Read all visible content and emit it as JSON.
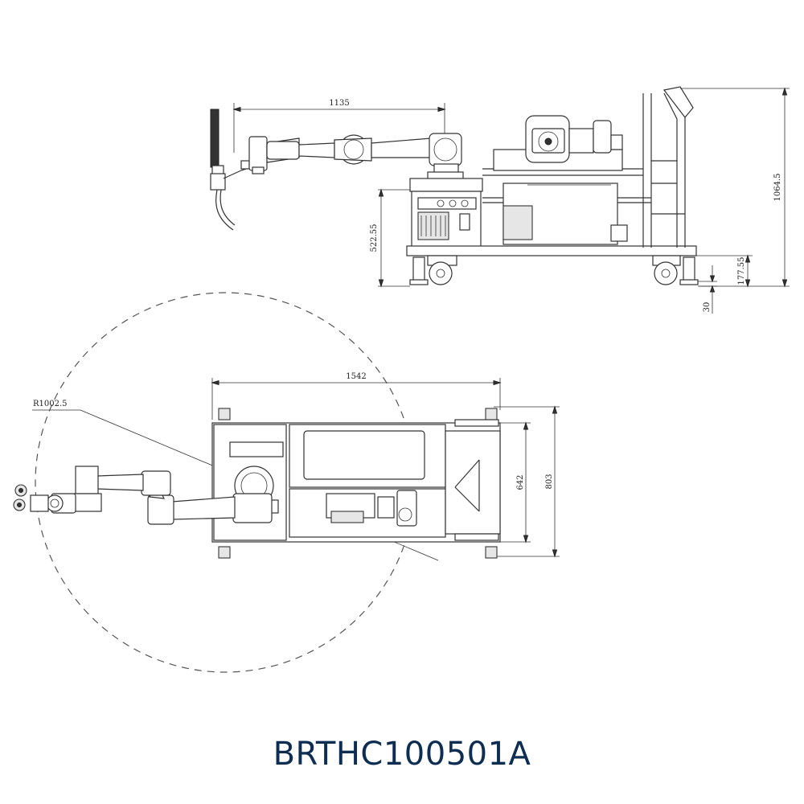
{
  "model_code": "BRTHC100501A",
  "side_view": {
    "dim_arm_reach": "1135",
    "dim_total_height": "1064.5",
    "dim_base_height": "522.55",
    "dim_wheel_height": "177.55",
    "dim_ground_clearance": "30"
  },
  "top_view": {
    "dim_length": "1542",
    "dim_inner_width": "642",
    "dim_outer_width": "803",
    "dim_radius": "R1002.5"
  },
  "colors": {
    "line": "#333333",
    "title": "#0d2d52"
  }
}
